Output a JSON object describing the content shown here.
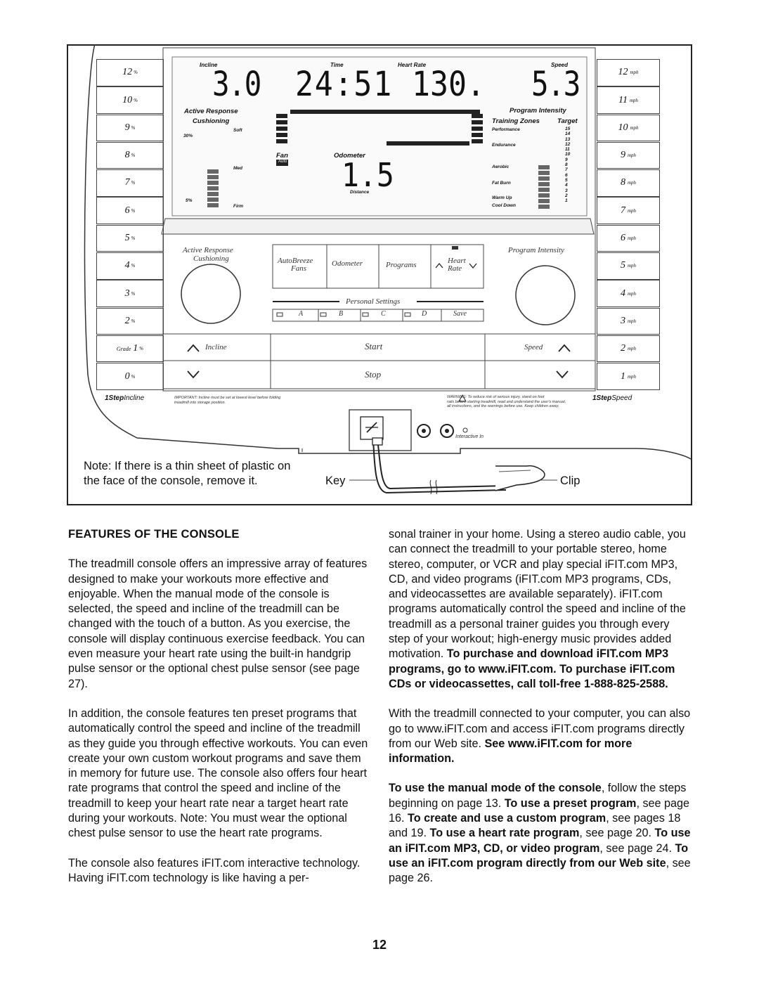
{
  "console": {
    "incline_keys": [
      "12",
      "10",
      "9",
      "8",
      "7",
      "6",
      "5",
      "4",
      "3",
      "2",
      "1",
      "0"
    ],
    "incline_unit": "%",
    "grade_label": "Grade",
    "speed_keys": [
      "12",
      "11",
      "10",
      "9",
      "8",
      "7",
      "6",
      "5",
      "4",
      "3",
      "2",
      "1"
    ],
    "speed_unit": "mph",
    "display": {
      "incline_label": "Incline",
      "incline_value": "3.0",
      "time_label": "Time",
      "time_value": "24:51",
      "heart_rate_label": "Heart Rate",
      "heart_rate_value": "130.",
      "speed_label": "Speed",
      "speed_value": "5.3",
      "cushioning_title_1": "Active Response",
      "cushioning_title_2": "Cushioning",
      "cushion_soft": "Soft",
      "cushion_med": "Med",
      "cushion_firm": "Firm",
      "cushion_30": "30%",
      "cushion_5": "5%",
      "fan_label": "Fan",
      "fan_auto": "Auto",
      "odometer_label": "Odometer",
      "odometer_value": "1.5",
      "distance_label": "Distance",
      "program_intensity": "Program Intensity",
      "training_zones": "Training Zones",
      "target_label": "Target",
      "zones": [
        "Performance",
        "Endurance",
        "Aerobic",
        "Fat Burn",
        "Warm Up",
        "Cool Down"
      ],
      "target_numbers": [
        "15",
        "14",
        "13",
        "12",
        "11",
        "10",
        "9",
        "8",
        "7",
        "6",
        "5",
        "4",
        "3",
        "2",
        "1"
      ]
    },
    "controls": {
      "cushioning_1": "Active Response",
      "cushioning_2": "Cushioning",
      "autobreeze_1": "AutoBreeze",
      "autobreeze_2": "Fans",
      "odometer": "Odometer",
      "programs": "Programs",
      "heart_rate_1": "Heart",
      "heart_rate_2": "Rate",
      "program_intensity": "Program Intensity",
      "personal_settings": "Personal Settings",
      "settings": [
        "A",
        "B",
        "C",
        "D"
      ],
      "save": "Save",
      "incline": "Incline",
      "start": "Start",
      "stop": "Stop",
      "speed": "Speed"
    },
    "onestep_incline_a": "1Step",
    "onestep_incline_b": "Incline",
    "onestep_speed_a": "1Step",
    "onestep_speed_b": "Speed",
    "important_text_1": "IMPORTANT: Incline must be set at lowest level before folding",
    "important_text_2": "treadmill into storage position.",
    "warning_text_1": "WARNING: To reduce risk of serious injury, stand on foot",
    "warning_text_2": "rails before starting treadmill, read and understand the user's manual,",
    "warning_text_3": "all instructions, and the warnings before use. Keep children away.",
    "interactive_in": "Interactive In"
  },
  "callouts": {
    "note": "Note: If there is a thin sheet of plastic on the face of the console, remove it.",
    "key": "Key",
    "clip": "Clip"
  },
  "section": {
    "heading": "FEATURES OF THE CONSOLE",
    "left_p1": "The treadmill console offers an impressive array of features designed to make your workouts more effective and enjoyable. When the manual mode of the console is selected, the speed and incline of the treadmill can be changed with the touch of a button. As you exercise, the console will display continuous exercise feedback. You can even measure your heart rate using the built-in handgrip pulse sensor or the optional chest pulse sensor (see page 27).",
    "left_p2": "In addition, the console features ten preset programs that automatically control the speed and incline of the treadmill as they guide you through effective workouts. You can even create your own custom workout programs and save them in memory for future use. The console also offers four heart rate programs that control the speed and incline of the treadmill to keep your heart rate near a target heart rate during your workouts. Note: You must wear the optional chest pulse sensor to use the heart rate programs.",
    "left_p3": "The console also features iFIT.com interactive technology. Having iFIT.com technology is like having a per-",
    "right_p1": "sonal trainer in your home. Using a stereo audio cable, you can connect the treadmill to your portable stereo, home stereo, computer, or VCR and play special iFIT.com MP3, CD, and video programs (iFIT.com MP3 programs, CDs, and videocassettes are available separately). iFIT.com programs automatically control the speed and incline of the treadmill as a personal trainer guides you through every step of your workout; high-energy music provides added motivation.",
    "right_p1_bold": "To purchase and download iFIT.com MP3 programs, go to www.iFIT.com. To purchase iFIT.com CDs or videocassettes, call toll-free 1-888-825-2588.",
    "right_p2": "With the treadmill connected to your computer, you can also go to www.iFIT.com and access iFIT.com programs directly from our Web site.",
    "right_p2_bold": "See www.iFIT.com for more information.",
    "r3_b1": "To use the manual mode of the console",
    "r3_t1": ", follow the steps beginning on page 13.",
    "r3_b2": "To use a preset program",
    "r3_t2": ", see page 16.",
    "r3_b3": "To create and use a custom program",
    "r3_t3": ", see pages 18 and 19.",
    "r3_b4": "To use a heart rate program",
    "r3_t4": ", see page 20.",
    "r3_b5": "To use an iFIT.com MP3, CD, or video program",
    "r3_t5": ", see page 24.",
    "r3_b6": "To use an iFIT.com program directly from our Web site",
    "r3_t6": ", see page 26."
  },
  "page_number": "12"
}
